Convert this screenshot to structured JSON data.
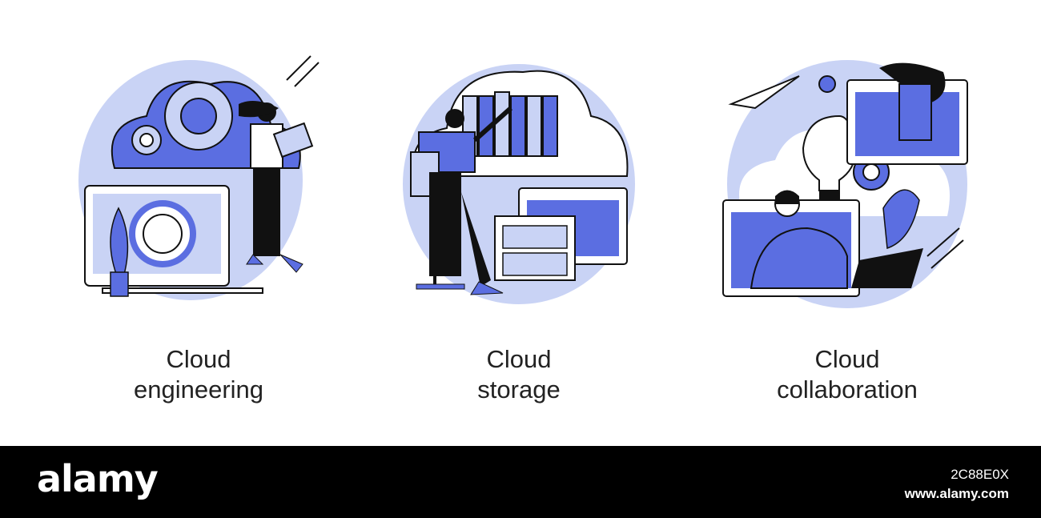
{
  "panels": [
    {
      "caption_line1": "Cloud",
      "caption_line2": "engineering",
      "icon": "cloud-engineering-illustration"
    },
    {
      "caption_line1": "Cloud",
      "caption_line2": "storage",
      "icon": "cloud-storage-illustration"
    },
    {
      "caption_line1": "Cloud",
      "caption_line2": "collaboration",
      "icon": "cloud-collaboration-illustration"
    }
  ],
  "footer": {
    "logo": "alamy",
    "image_id": "2C88E0X",
    "site": "www.alamy.com"
  },
  "colors": {
    "accent": "#5b6ee1",
    "light": "#c9d3f5",
    "ink": "#111111"
  }
}
